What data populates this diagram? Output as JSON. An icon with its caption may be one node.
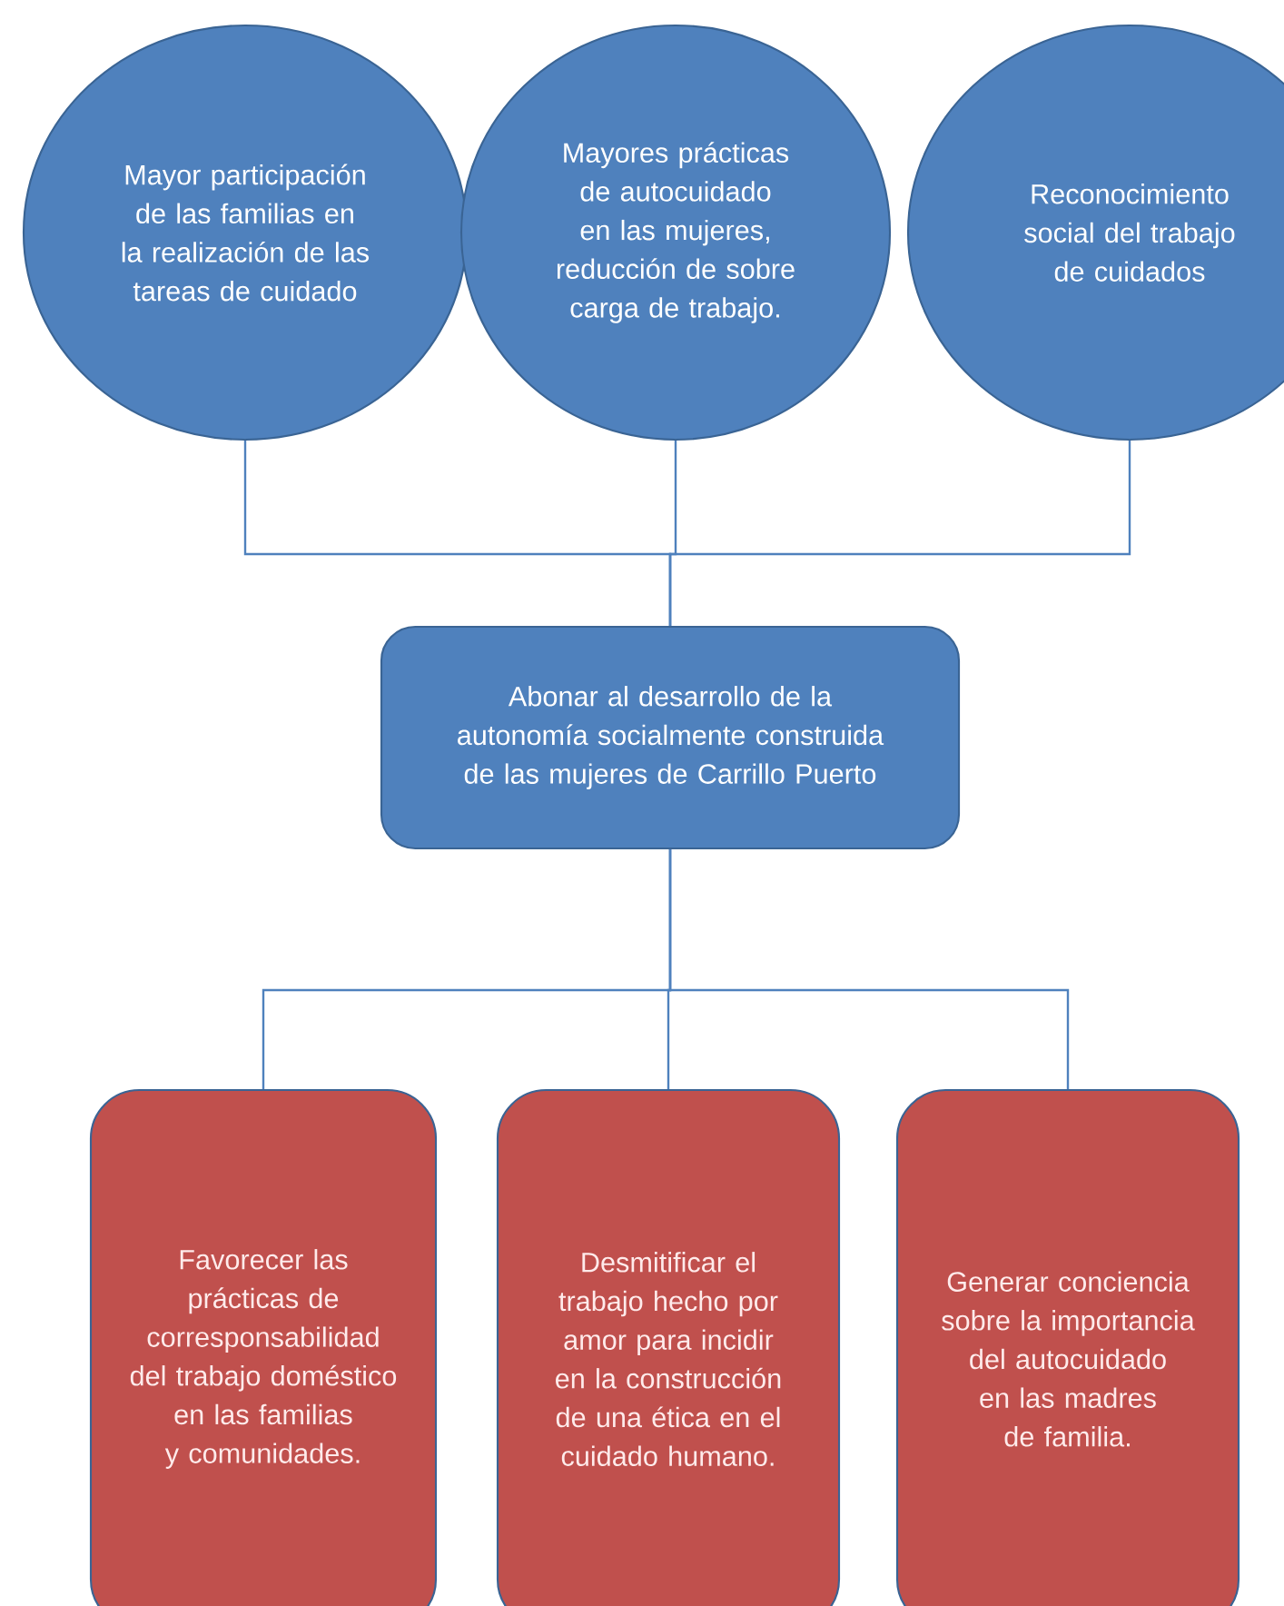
{
  "diagram": {
    "nodes": [
      {
        "text": [
          "Mayor participación de las familias en la realización de las tareas de cuidado"
        ]
      },
      {
        "text": [
          "Mayores prácticas de autocuidado en las mujeres, reducción de sobre carga de trabajo."
        ]
      },
      {
        "text": [
          "Reconocimiento social del trabajo de cuidados"
        ]
      },
      {
        "text": [
          "Abonar al desarrollo de la autonomía socialmente construida de las mujeres de Carrillo Puerto"
        ]
      },
      {
        "text": [
          "Favorecer las prácticas de corresponsabilidad del trabajo doméstico en las familias y comunidades."
        ]
      },
      {
        "text": [
          "Desmitificar el trabajo hecho por amor para incidir en la construcción de una ética en el cuidado humano."
        ]
      },
      {
        "text": [
          "Generar conciencia sobre la importancia del autocuidado en las madres de familia."
        ]
      }
    ],
    "edges": [
      {
        "from": 0,
        "to": 3,
        "arrow": "none"
      },
      {
        "from": 1,
        "to": 3,
        "arrow": "none"
      },
      {
        "from": 2,
        "to": 3,
        "arrow": "none"
      },
      {
        "from": 3,
        "to": 4,
        "arrow": "none"
      },
      {
        "from": 3,
        "to": 5,
        "arrow": "none"
      },
      {
        "from": 3,
        "to": 6,
        "arrow": "none"
      }
    ]
  }
}
